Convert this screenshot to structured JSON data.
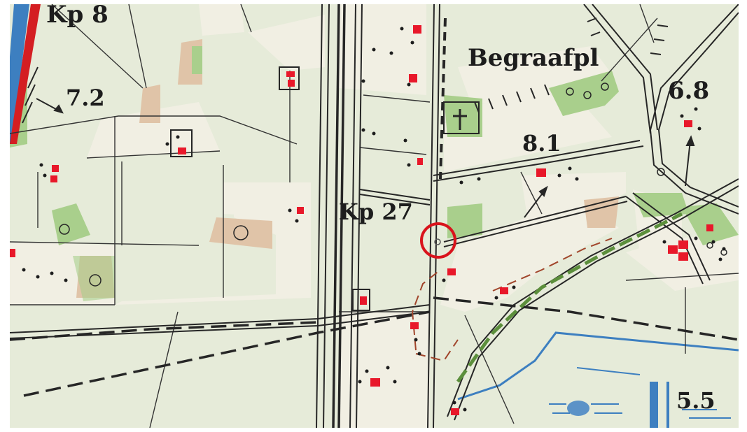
{
  "map": {
    "labels": {
      "kp8": "Kp 8",
      "h72": "7.2",
      "begraafpl": "Begraafpl",
      "h68": "6.8",
      "h81": "8.1",
      "kp27": "Kp 27",
      "h55": "5.5"
    },
    "colors": {
      "paper": "#e6ebd9",
      "light_field": "#f1efe3",
      "built_area": "#f6f1e6",
      "brown_plot": "#e0c4a8",
      "green_wood": "#a9cf8c",
      "building_red": "#e8182a",
      "road_ink": "#262626",
      "water_blue": "#3d7fc0",
      "canal_red": "#d41e22",
      "marker_ring": "#d9131c"
    },
    "marker": {
      "icon": "circle-marker-icon"
    }
  }
}
